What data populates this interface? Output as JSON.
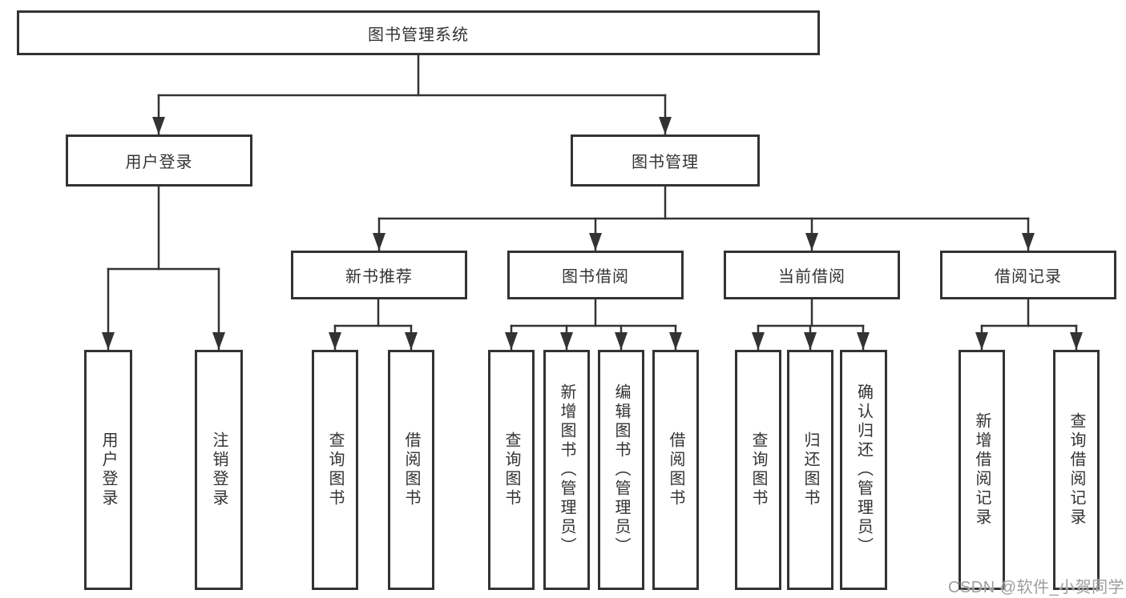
{
  "diagram": {
    "root": {
      "label": "图书管理系统",
      "children": [
        {
          "label": "用户登录",
          "children": [
            {
              "label": "用户登录"
            },
            {
              "label": "注销登录"
            }
          ]
        },
        {
          "label": "图书管理",
          "children": [
            {
              "label": "新书推荐",
              "children": [
                {
                  "label": "查询图书"
                },
                {
                  "label": "借阅图书"
                }
              ]
            },
            {
              "label": "图书借阅",
              "children": [
                {
                  "label": "查询图书"
                },
                {
                  "label": "新增图书（管理员）"
                },
                {
                  "label": "编辑图书（管理员）"
                },
                {
                  "label": "借阅图书"
                }
              ]
            },
            {
              "label": "当前借阅",
              "children": [
                {
                  "label": "查询图书"
                },
                {
                  "label": "归还图书"
                },
                {
                  "label": "确认归还（管理员）"
                }
              ]
            },
            {
              "label": "借阅记录",
              "children": [
                {
                  "label": "新增借阅记录"
                },
                {
                  "label": "查询借阅记录"
                }
              ]
            }
          ]
        }
      ]
    }
  },
  "watermark": {
    "text": "CSDN @软件_小贺同学"
  },
  "colors": {
    "line": "#333333",
    "box_border": "#333333",
    "box_background": "#ffffff",
    "text": "#333333",
    "watermark": "#9e9e9e"
  }
}
